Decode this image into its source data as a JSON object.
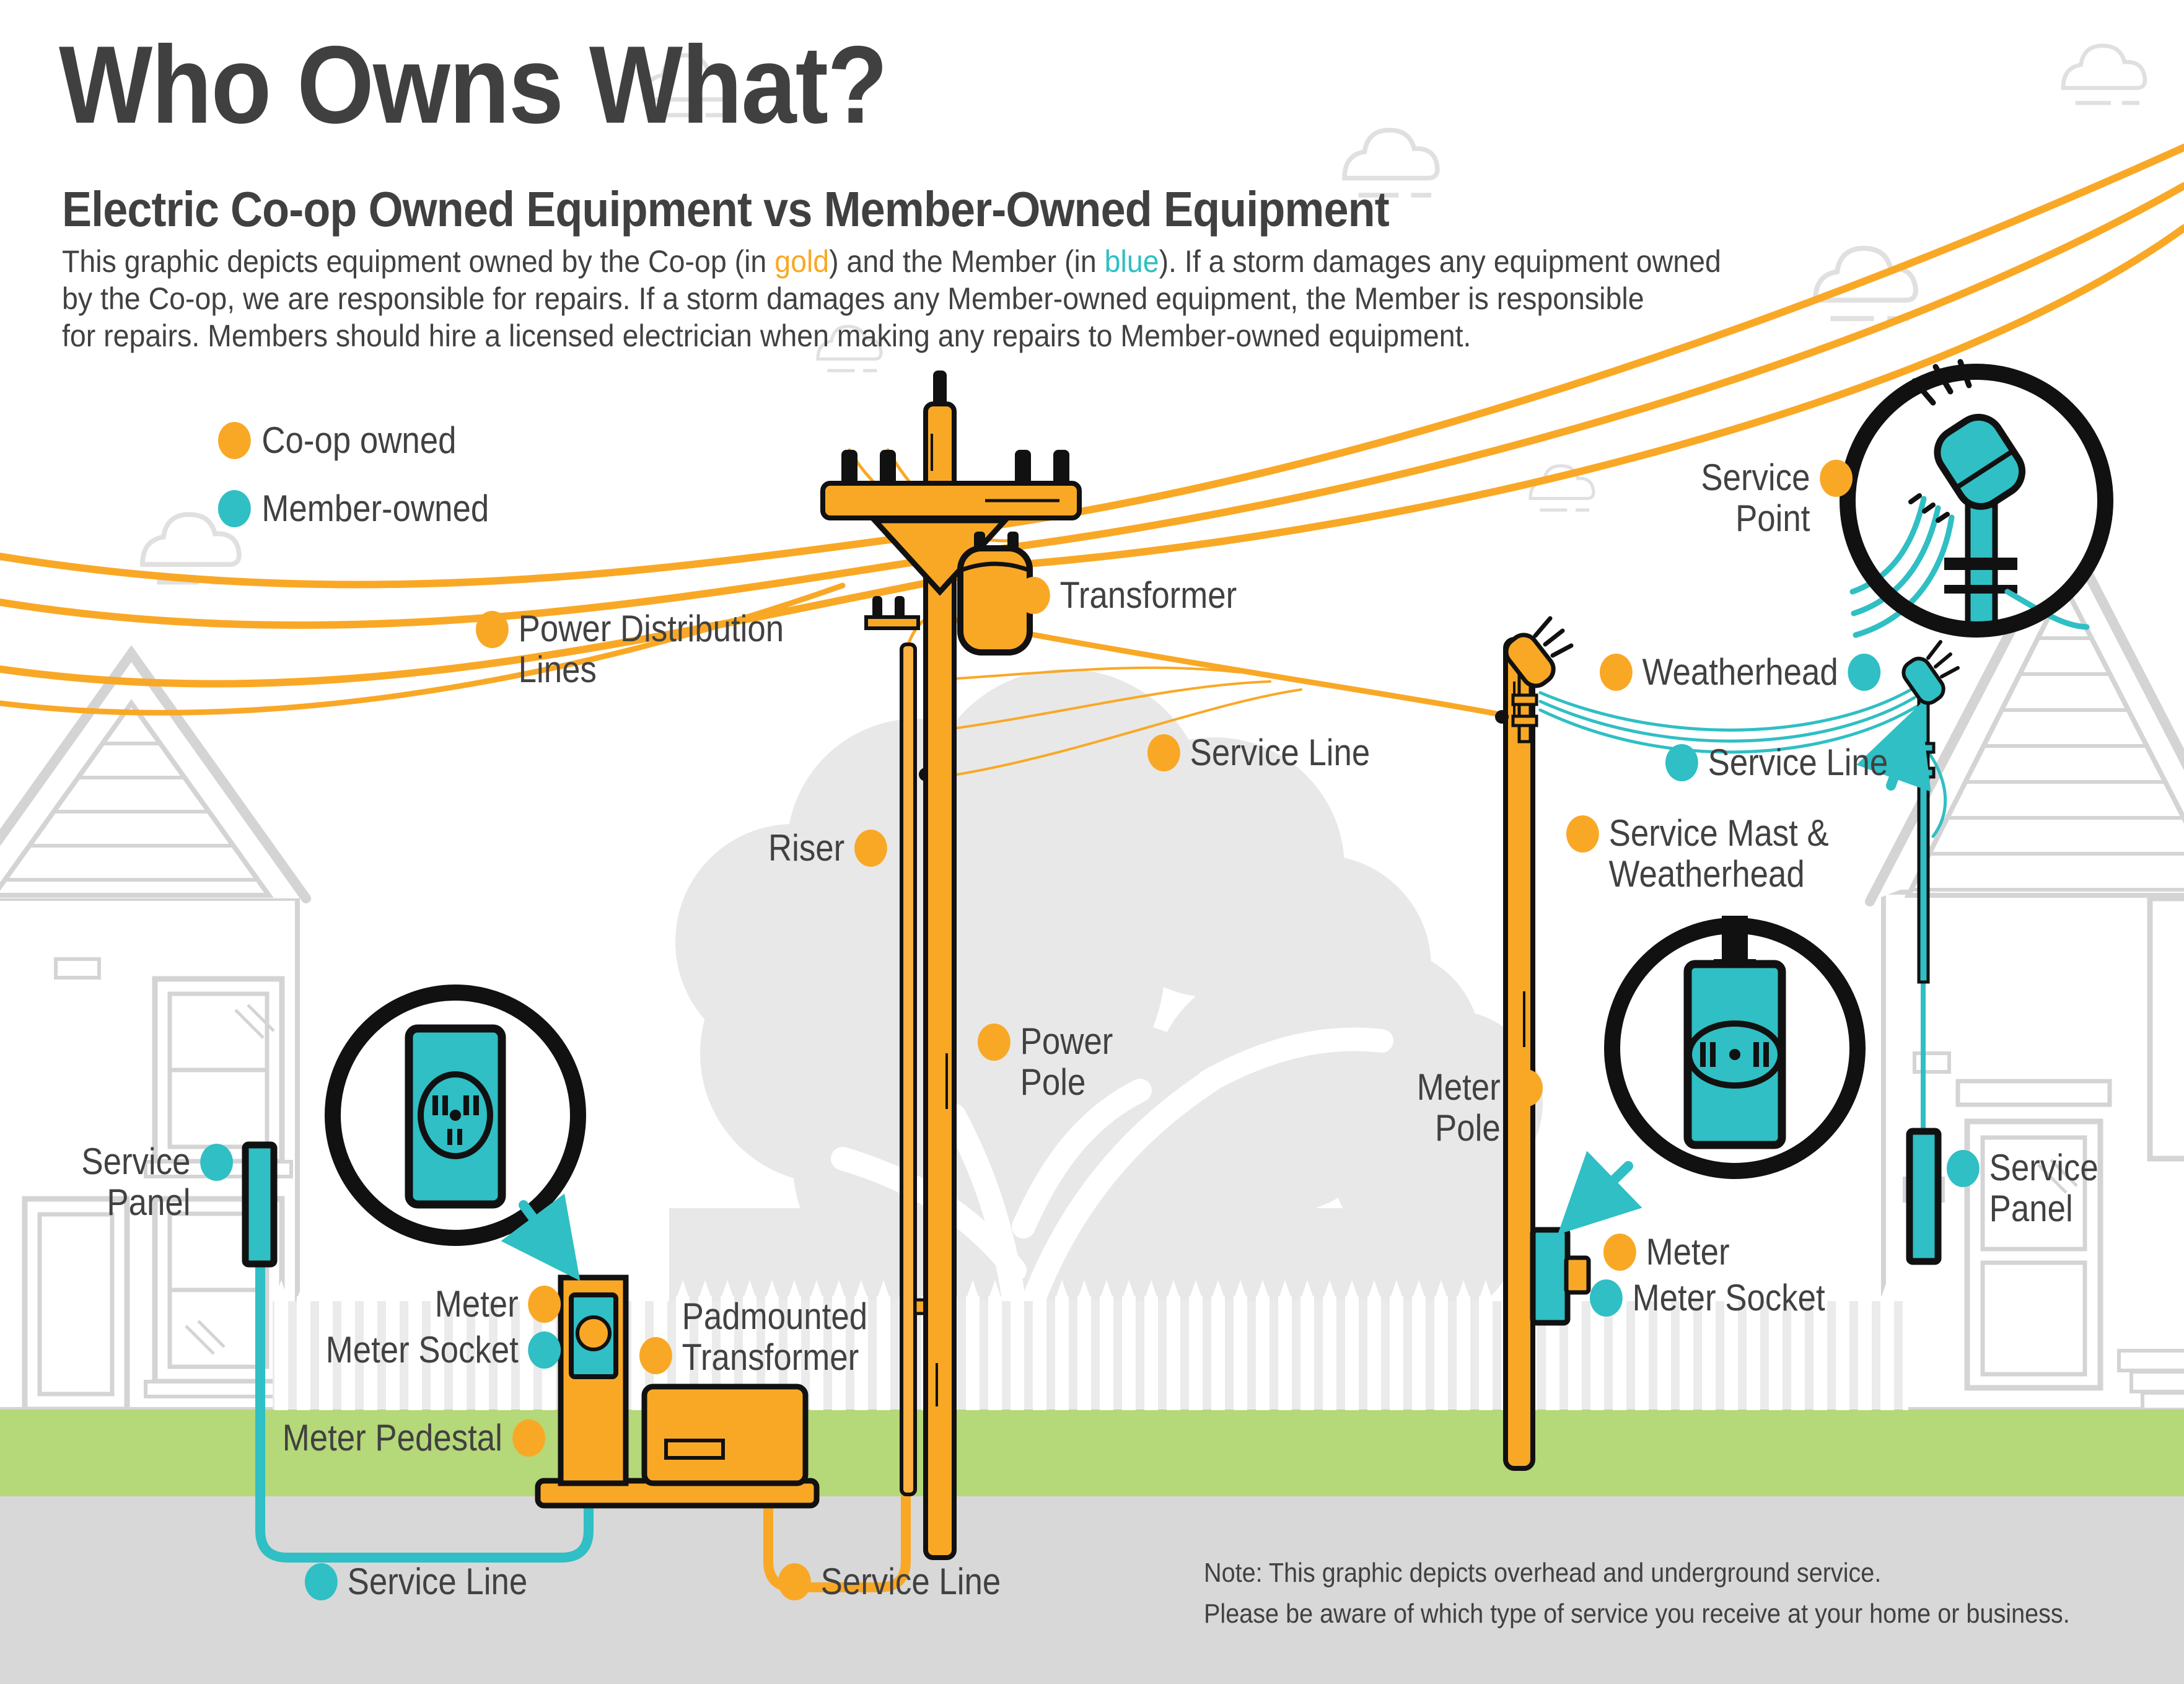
{
  "title": "Who Owns What?",
  "subtitle": "Electric Co-op Owned Equipment vs Member-Owned Equipment",
  "intro": {
    "l1a": "This graphic depicts equipment owned by the Co-op (in ",
    "gold": "gold",
    "l1b": ") and the Member (in ",
    "blue": "blue",
    "l1c": "). If a storm damages any equipment owned",
    "l2": "by the Co-op, we are responsible for repairs. If a storm damages any Member-owned equipment, the Member is responsible",
    "l3": "for repairs. Members should hire a licensed electrician when making any repairs to Member-owned equipment."
  },
  "legend": {
    "coop": "Co-op owned",
    "member": "Member-owned"
  },
  "labels": {
    "power_distribution_line1": "Power Distribution",
    "power_distribution_line2": "Lines",
    "transformer": "Transformer",
    "service_line": "Service Line",
    "riser": "Riser",
    "power": "Power",
    "pole": "Pole",
    "meter": "Meter",
    "service_point_line1": "Service",
    "service_point_line2": "Point",
    "weatherhead": "Weatherhead",
    "service_mast_line1": "Service Mast &",
    "service_mast_line2": "Weatherhead",
    "meter_socket": "Meter Socket",
    "meter_pedestal": "Meter Pedestal",
    "padmounted_line1": "Padmounted",
    "padmounted_line2": "Transformer",
    "service_panel_line1": "Service",
    "service_panel_line2": "Panel"
  },
  "note": {
    "line1": "Note: This graphic depicts overhead and underground service.",
    "line2": "Please be aware of which type of service you receive at your home or business."
  },
  "colors": {
    "coop_gold": "#F9A826",
    "member_teal": "#2FBFC4",
    "text": "#414042",
    "grass": "#B5D878",
    "underground": "#D8D8D8",
    "scenery": "#D4D4D4"
  }
}
